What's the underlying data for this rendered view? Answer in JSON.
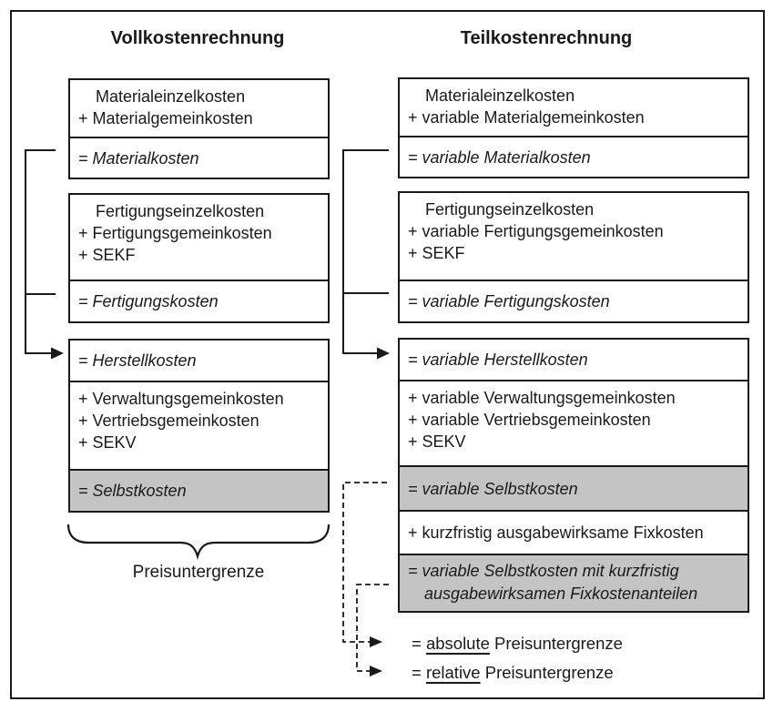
{
  "titles": {
    "left": "Vollkostenrechnung",
    "right": "Teilkostenrechnung"
  },
  "left": {
    "box1": {
      "line1": "Materialeinzelkosten",
      "line2": "+ Materialgemeinkosten",
      "result": "= Materialkosten"
    },
    "box2": {
      "line1": "Fertigungseinzelkosten",
      "line2": "+ Fertigungsgemeinkosten",
      "line3": "+ SEKF",
      "result": "= Fertigungskosten"
    },
    "box3": {
      "header": "= Herstellkosten",
      "line1": "+ Verwaltungsgemeinkosten",
      "line2": "+ Vertriebsgemeinkosten",
      "line3": "+ SEKV",
      "result": "= Selbstkosten"
    },
    "brace_label": "Preisuntergrenze"
  },
  "right": {
    "box1": {
      "line1": "Materialeinzelkosten",
      "line2": "+ variable Materialgemeinkosten",
      "result": "= variable Materialkosten"
    },
    "box2": {
      "line1": "Fertigungseinzelkosten",
      "line2": "+ variable Fertigungsgemeinkosten",
      "line3": "+ SEKF",
      "result": "= variable Fertigungskosten"
    },
    "box3": {
      "header": "= variable Herstellkosten",
      "line1": "+ variable Verwaltungsgemeinkosten",
      "line2": "+ variable Vertriebsgemeinkosten",
      "line3": "+ SEKV",
      "result1": "= variable Selbstkosten",
      "fix_line": "+ kurzfristig ausgabewirksame Fixkosten",
      "result2_line1": "= variable Selbstkosten mit kurzfristig",
      "result2_line2": "ausgabewirksamen Fixkostenanteilen"
    },
    "absolute_line": {
      "prefix": "= ",
      "underlined": "absolute",
      "suffix": " Preisuntergrenze"
    },
    "relative_line": {
      "prefix": "= ",
      "underlined": "relative",
      "suffix": " Preisuntergrenze"
    }
  },
  "colors": {
    "highlight_gray": "#c4c4c4",
    "line_black": "#1a1a1a"
  }
}
